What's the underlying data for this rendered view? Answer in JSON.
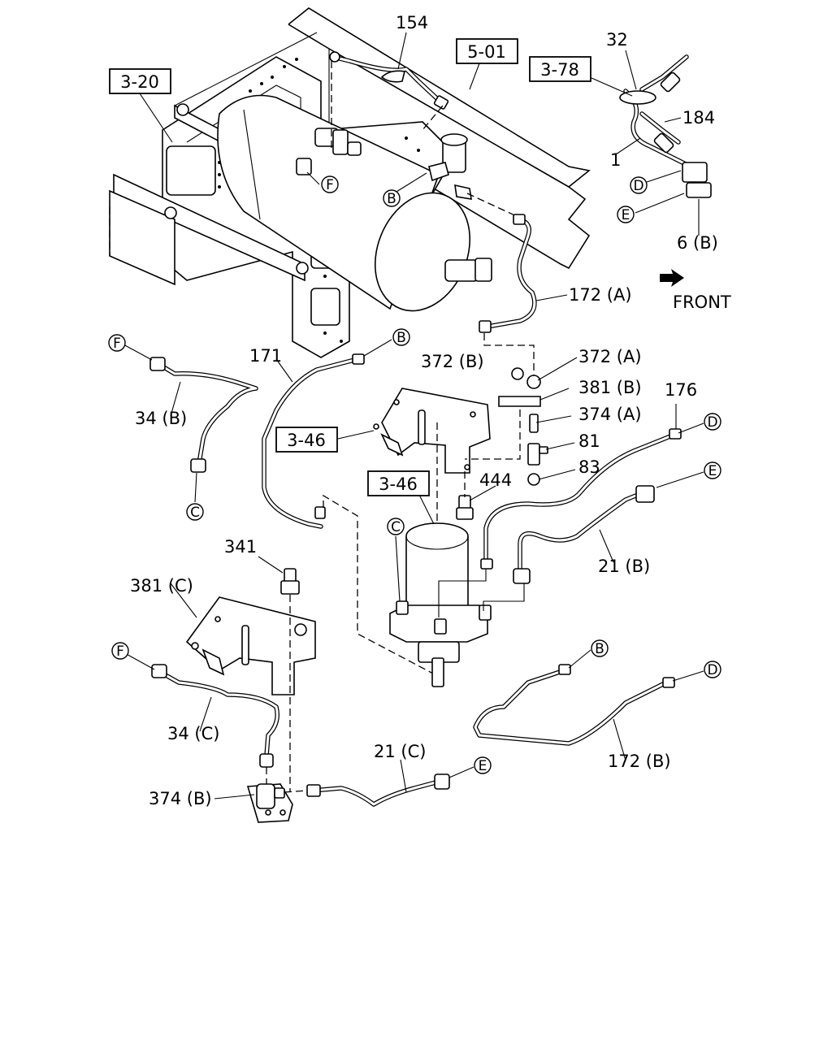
{
  "refs": [
    "3-20",
    "5-01",
    "3-78",
    "3-46",
    "3-46"
  ],
  "parts": {
    "p154": "154",
    "p32": "32",
    "p184": "184",
    "p1": "1",
    "p6b": "6 (B)",
    "p172a": "172 (A)",
    "p171": "171",
    "p34b": "34 (B)",
    "p372b": "372 (B)",
    "p372a": "372 (A)",
    "p381b": "381 (B)",
    "p374a": "374 (A)",
    "p176": "176",
    "p81": "81",
    "p83": "83",
    "p444": "444",
    "p21b": "21 (B)",
    "p341": "341",
    "p381c": "381 (C)",
    "p34c": "34 (C)",
    "p21c": "21 (C)",
    "p374b": "374 (B)",
    "p172b": "172 (B)"
  },
  "connectors": [
    "F",
    "B",
    "D",
    "E",
    "F",
    "B",
    "C",
    "D",
    "E",
    "C",
    "F",
    "B",
    "D",
    "E"
  ],
  "direction_label": "FRONT"
}
